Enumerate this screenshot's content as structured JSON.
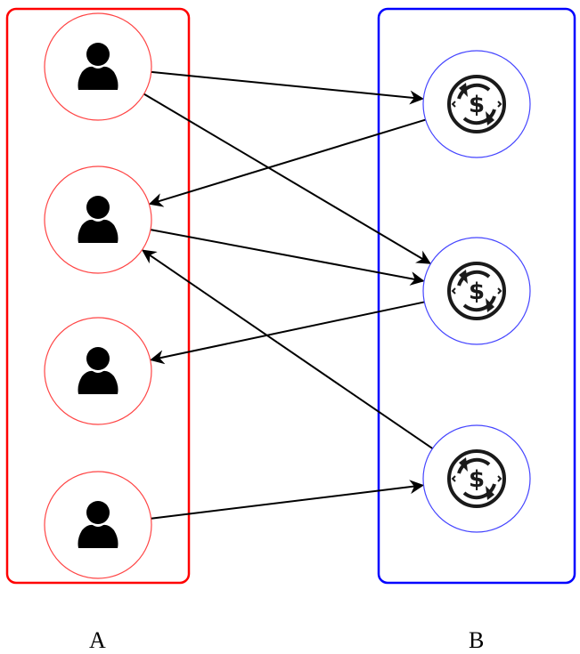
{
  "diagram": {
    "groups": [
      {
        "id": "A",
        "label": "A",
        "color": "#ff0000",
        "node_type": "person",
        "node_count": 4
      },
      {
        "id": "B",
        "label": "B",
        "color": "#0000ff",
        "node_type": "currency-exchange",
        "node_count": 3
      }
    ],
    "nodes": [
      {
        "id": "A1",
        "group": "A",
        "icon": "person-icon"
      },
      {
        "id": "A2",
        "group": "A",
        "icon": "person-icon"
      },
      {
        "id": "A3",
        "group": "A",
        "icon": "person-icon"
      },
      {
        "id": "A4",
        "group": "A",
        "icon": "person-icon"
      },
      {
        "id": "B1",
        "group": "B",
        "icon": "dollar-exchange-icon"
      },
      {
        "id": "B2",
        "group": "B",
        "icon": "dollar-exchange-icon"
      },
      {
        "id": "B3",
        "group": "B",
        "icon": "dollar-exchange-icon"
      }
    ],
    "edges": [
      {
        "from": "A1",
        "to": "B1"
      },
      {
        "from": "A1",
        "to": "B2"
      },
      {
        "from": "B1",
        "to": "A2"
      },
      {
        "from": "A2",
        "to": "B2"
      },
      {
        "from": "B2",
        "to": "A3"
      },
      {
        "from": "B3",
        "to": "A2"
      },
      {
        "from": "A4",
        "to": "B3"
      }
    ],
    "edge_color": "#000000",
    "node_A_border": "#ff4444",
    "node_B_border": "#4444ff"
  }
}
